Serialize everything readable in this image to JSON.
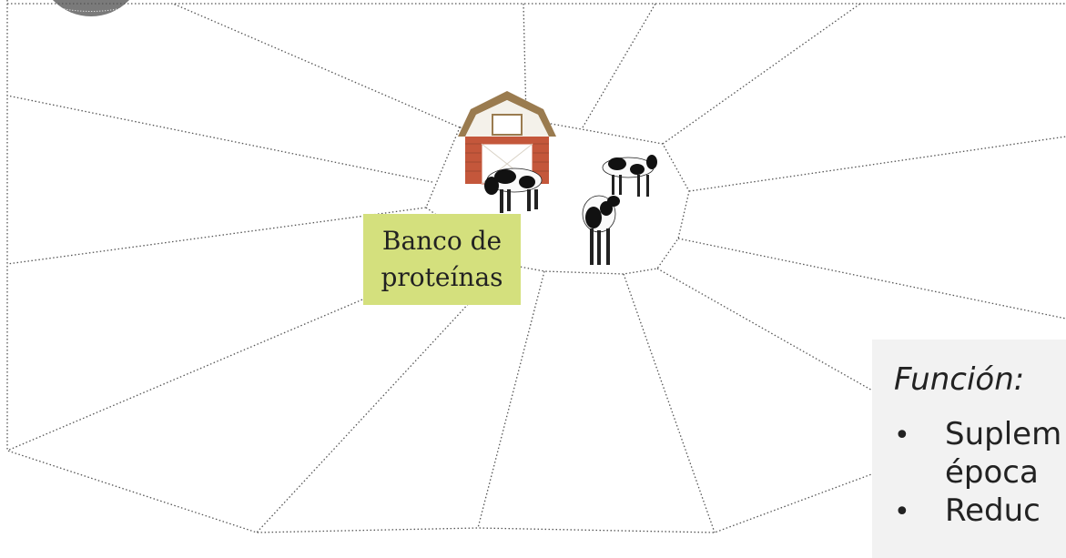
{
  "diagram": {
    "label": [
      "Banco de",
      "proteínas"
    ],
    "function_heading": "Función:",
    "function_items": [
      [
        "Suplem",
        "época"
      ],
      [
        "Reduc"
      ]
    ],
    "bullet_char": "•",
    "colors": {
      "label_box": "#d4e07d",
      "panel": "#f2f2f2",
      "lines": "#555555",
      "barn_roof": "#9a7b4f",
      "barn_wall": "#c4573b",
      "corner_circle": "#7a7a7a"
    },
    "icons": [
      "barn-icon",
      "cow-icon",
      "cow-icon",
      "cow-icon"
    ]
  }
}
